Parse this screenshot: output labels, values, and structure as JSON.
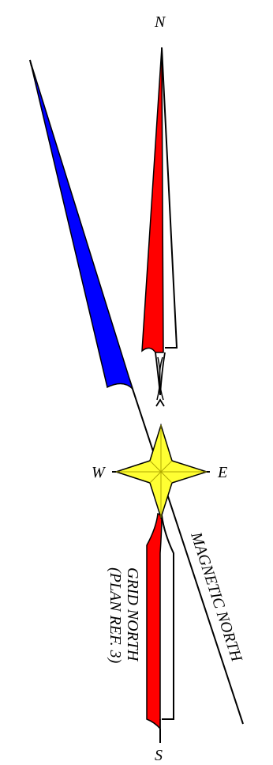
{
  "labels": {
    "north": "N",
    "south": "S",
    "east": "E",
    "west": "W",
    "grid_north_line1": "GRID NORTH",
    "grid_north_line2": "(PLAN REF. 3)",
    "magnetic_north": "MAGNETIC NORTH"
  },
  "colors": {
    "grid_north_needle": "#ff0000",
    "magnetic_north_needle": "#0000ff",
    "compass_star": "#ffff33",
    "outline": "#000000"
  }
}
